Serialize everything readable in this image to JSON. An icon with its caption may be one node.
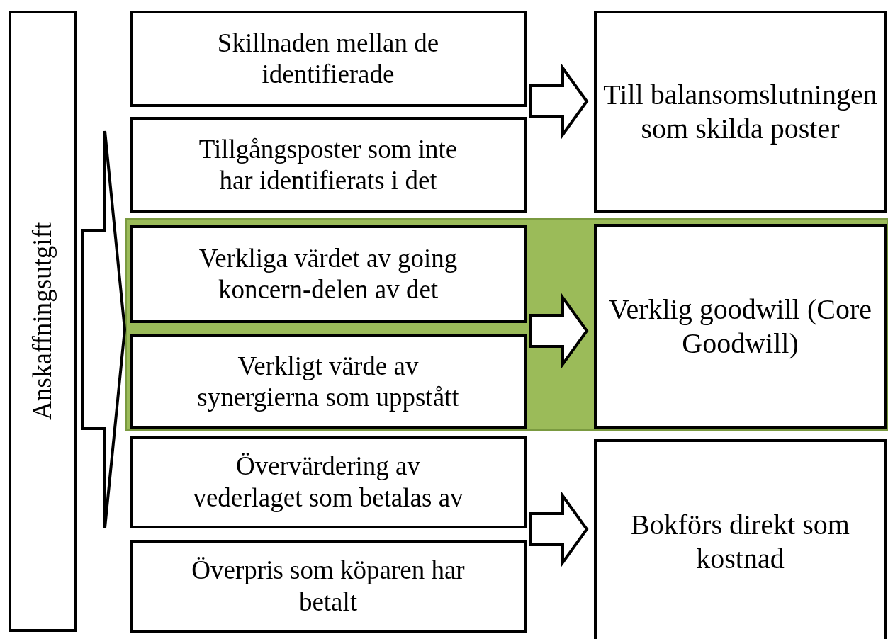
{
  "diagram": {
    "nodes": [
      {
        "text": [
          "Anskaffningsutgift"
        ]
      },
      {
        "text": [
          "Skillnaden mellan de identifierade"
        ]
      },
      {
        "text": [
          "Tillgångsposter som inte har identifierats i det"
        ]
      },
      {
        "text": [
          "Verkliga värdet av going koncern-delen av det"
        ]
      },
      {
        "text": [
          "Verkligt värde av synergierna som uppstått"
        ]
      },
      {
        "text": [
          "Övervärdering av vederlaget som betalas av"
        ]
      },
      {
        "text": [
          "Överpris som köparen har betalt"
        ]
      },
      {
        "text": [
          "Till balansomslutningen som skilda poster"
        ]
      },
      {
        "text": [
          "Verklig goodwill (Core Goodwill)"
        ]
      },
      {
        "text": [
          "Bokförs direkt som kostnad"
        ]
      }
    ],
    "edges": [
      {
        "from": 0,
        "to": null,
        "arrow": "to"
      },
      {
        "from": 1,
        "to": 7,
        "arrow": "to"
      },
      {
        "from": 2,
        "to": 7,
        "arrow": "to"
      },
      {
        "from": 3,
        "to": 8,
        "arrow": "to"
      },
      {
        "from": 4,
        "to": 8,
        "arrow": "to"
      },
      {
        "from": 5,
        "to": 9,
        "arrow": "to"
      },
      {
        "from": 6,
        "to": 9,
        "arrow": "to"
      }
    ]
  }
}
